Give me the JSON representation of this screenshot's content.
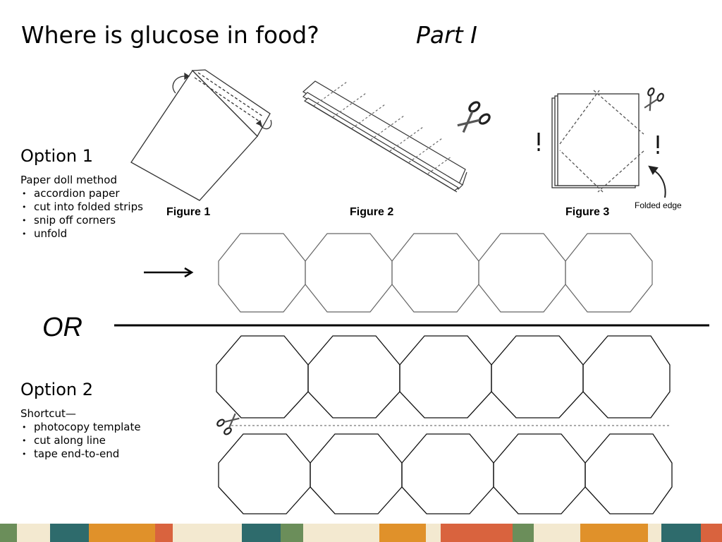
{
  "header": {
    "title": "Where is glucose in food?",
    "subtitle": "Part I"
  },
  "option1": {
    "heading": "Option 1",
    "intro": "Paper doll method",
    "steps": [
      "accordion paper",
      "cut into folded strips",
      "snip off corners",
      "unfold"
    ]
  },
  "option2": {
    "heading": "Option 2",
    "intro": "Shortcut—",
    "steps": [
      "photocopy template",
      "cut along line",
      "tape end-to-end"
    ]
  },
  "divider": {
    "label": "OR"
  },
  "figures": {
    "fig1": "Figure 1",
    "fig2": "Figure 2",
    "fig3": "Figure 3",
    "fig3_annotation": "Folded edge"
  },
  "icons": [
    "rotate-arrow-icon",
    "scissors-icon",
    "exclamation-icon",
    "curved-arrow-icon",
    "right-arrow-icon"
  ],
  "colors": {
    "stripe": [
      "#6b8e5a",
      "#f3e9d0",
      "#2e6b6c",
      "#e0912a",
      "#d9633e",
      "#f3e9d0",
      "#2e6b6c",
      "#6b8e5a",
      "#f3e9d0",
      "#e0912a",
      "#f3e9d0",
      "#d9633e",
      "#6b8e5a",
      "#f3e9d0",
      "#e0912a",
      "#f3e9d0",
      "#2e6b6c",
      "#d9633e"
    ]
  }
}
